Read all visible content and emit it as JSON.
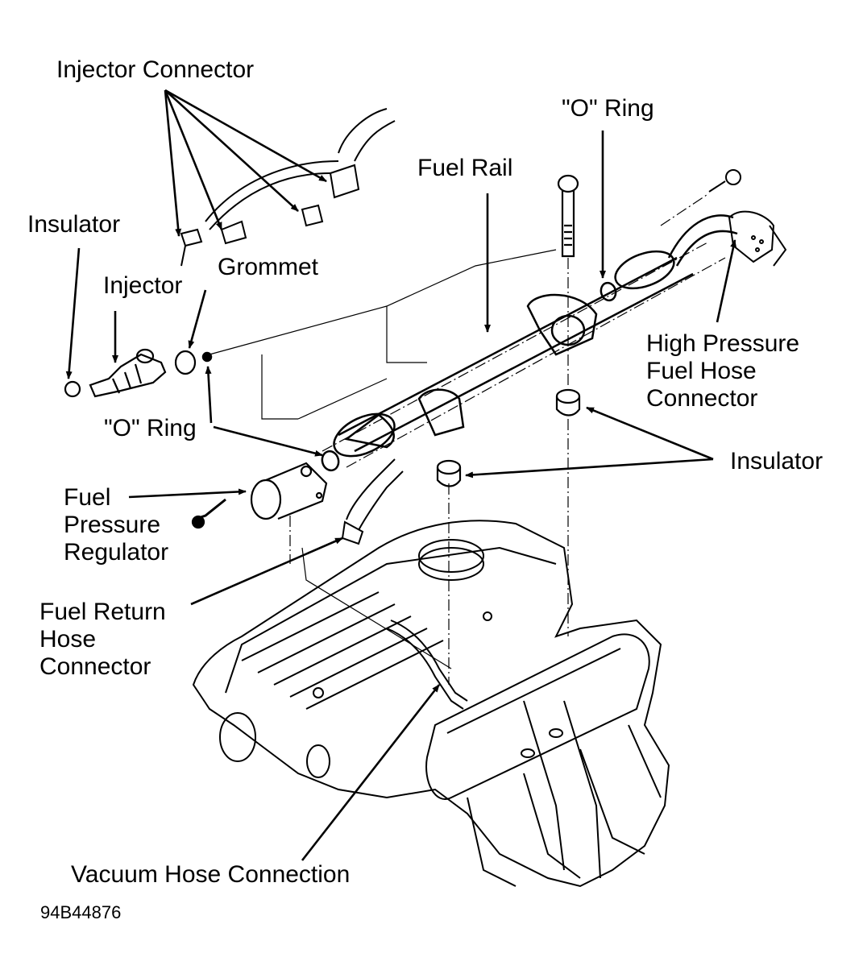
{
  "diagram": {
    "title": "Fuel Rail Assembly Exploded View",
    "figure_id": "94B44876",
    "labels": {
      "injector_connector": "Injector Connector",
      "o_ring_top": "\"O\" Ring",
      "fuel_rail": "Fuel Rail",
      "insulator_left": "Insulator",
      "grommet": "Grommet",
      "injector": "Injector",
      "high_pressure_line1": "High Pressure",
      "high_pressure_line2": "Fuel Hose",
      "high_pressure_line3": "Connector",
      "o_ring_left": "\"O\" Ring",
      "insulator_right": "Insulator",
      "fpr_line1": "Fuel",
      "fpr_line2": "Pressure",
      "fpr_line3": "Regulator",
      "return_line1": "Fuel Return",
      "return_line2": "Hose",
      "return_line3": "Connector",
      "vacuum": "Vacuum Hose Connection"
    },
    "colors": {
      "ink": "#000000",
      "background": "#ffffff"
    }
  }
}
